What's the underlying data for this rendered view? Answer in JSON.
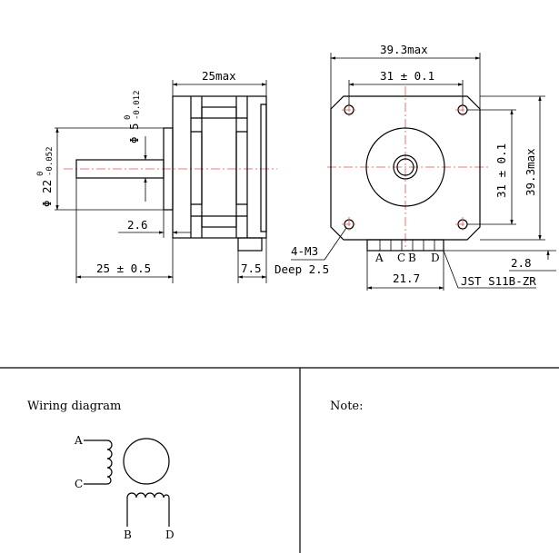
{
  "side_view": {
    "body_length": "25max",
    "shaft_dia_main": "Φ 5",
    "shaft_dia_tol_upper": "0",
    "shaft_dia_tol_lower": "-0.012",
    "boss_dia_main": "Φ 22",
    "boss_dia_tol_upper": "0",
    "boss_dia_tol_lower": "-0.052",
    "boss_height": "2.6",
    "shaft_length": "25 ± 0.5",
    "connector_length": "7.5",
    "mount_holes": "4-M3",
    "mount_depth": "Deep 2.5"
  },
  "front_view": {
    "width_max": "39.3max",
    "hole_pitch_h": "31 ± 0.1",
    "hole_pitch_v": "31 ± 0.1",
    "height_max": "39.3max",
    "pin_labels": [
      "A",
      "C",
      "B",
      "D"
    ],
    "connector_offset": "2.8",
    "connector_width": "21.7",
    "connector_part": "JST S11B-ZR"
  },
  "panels": {
    "wiring_title": "Wiring diagram",
    "note_title": "Note:",
    "coil_labels": [
      "A",
      "C",
      "B",
      "D"
    ]
  }
}
